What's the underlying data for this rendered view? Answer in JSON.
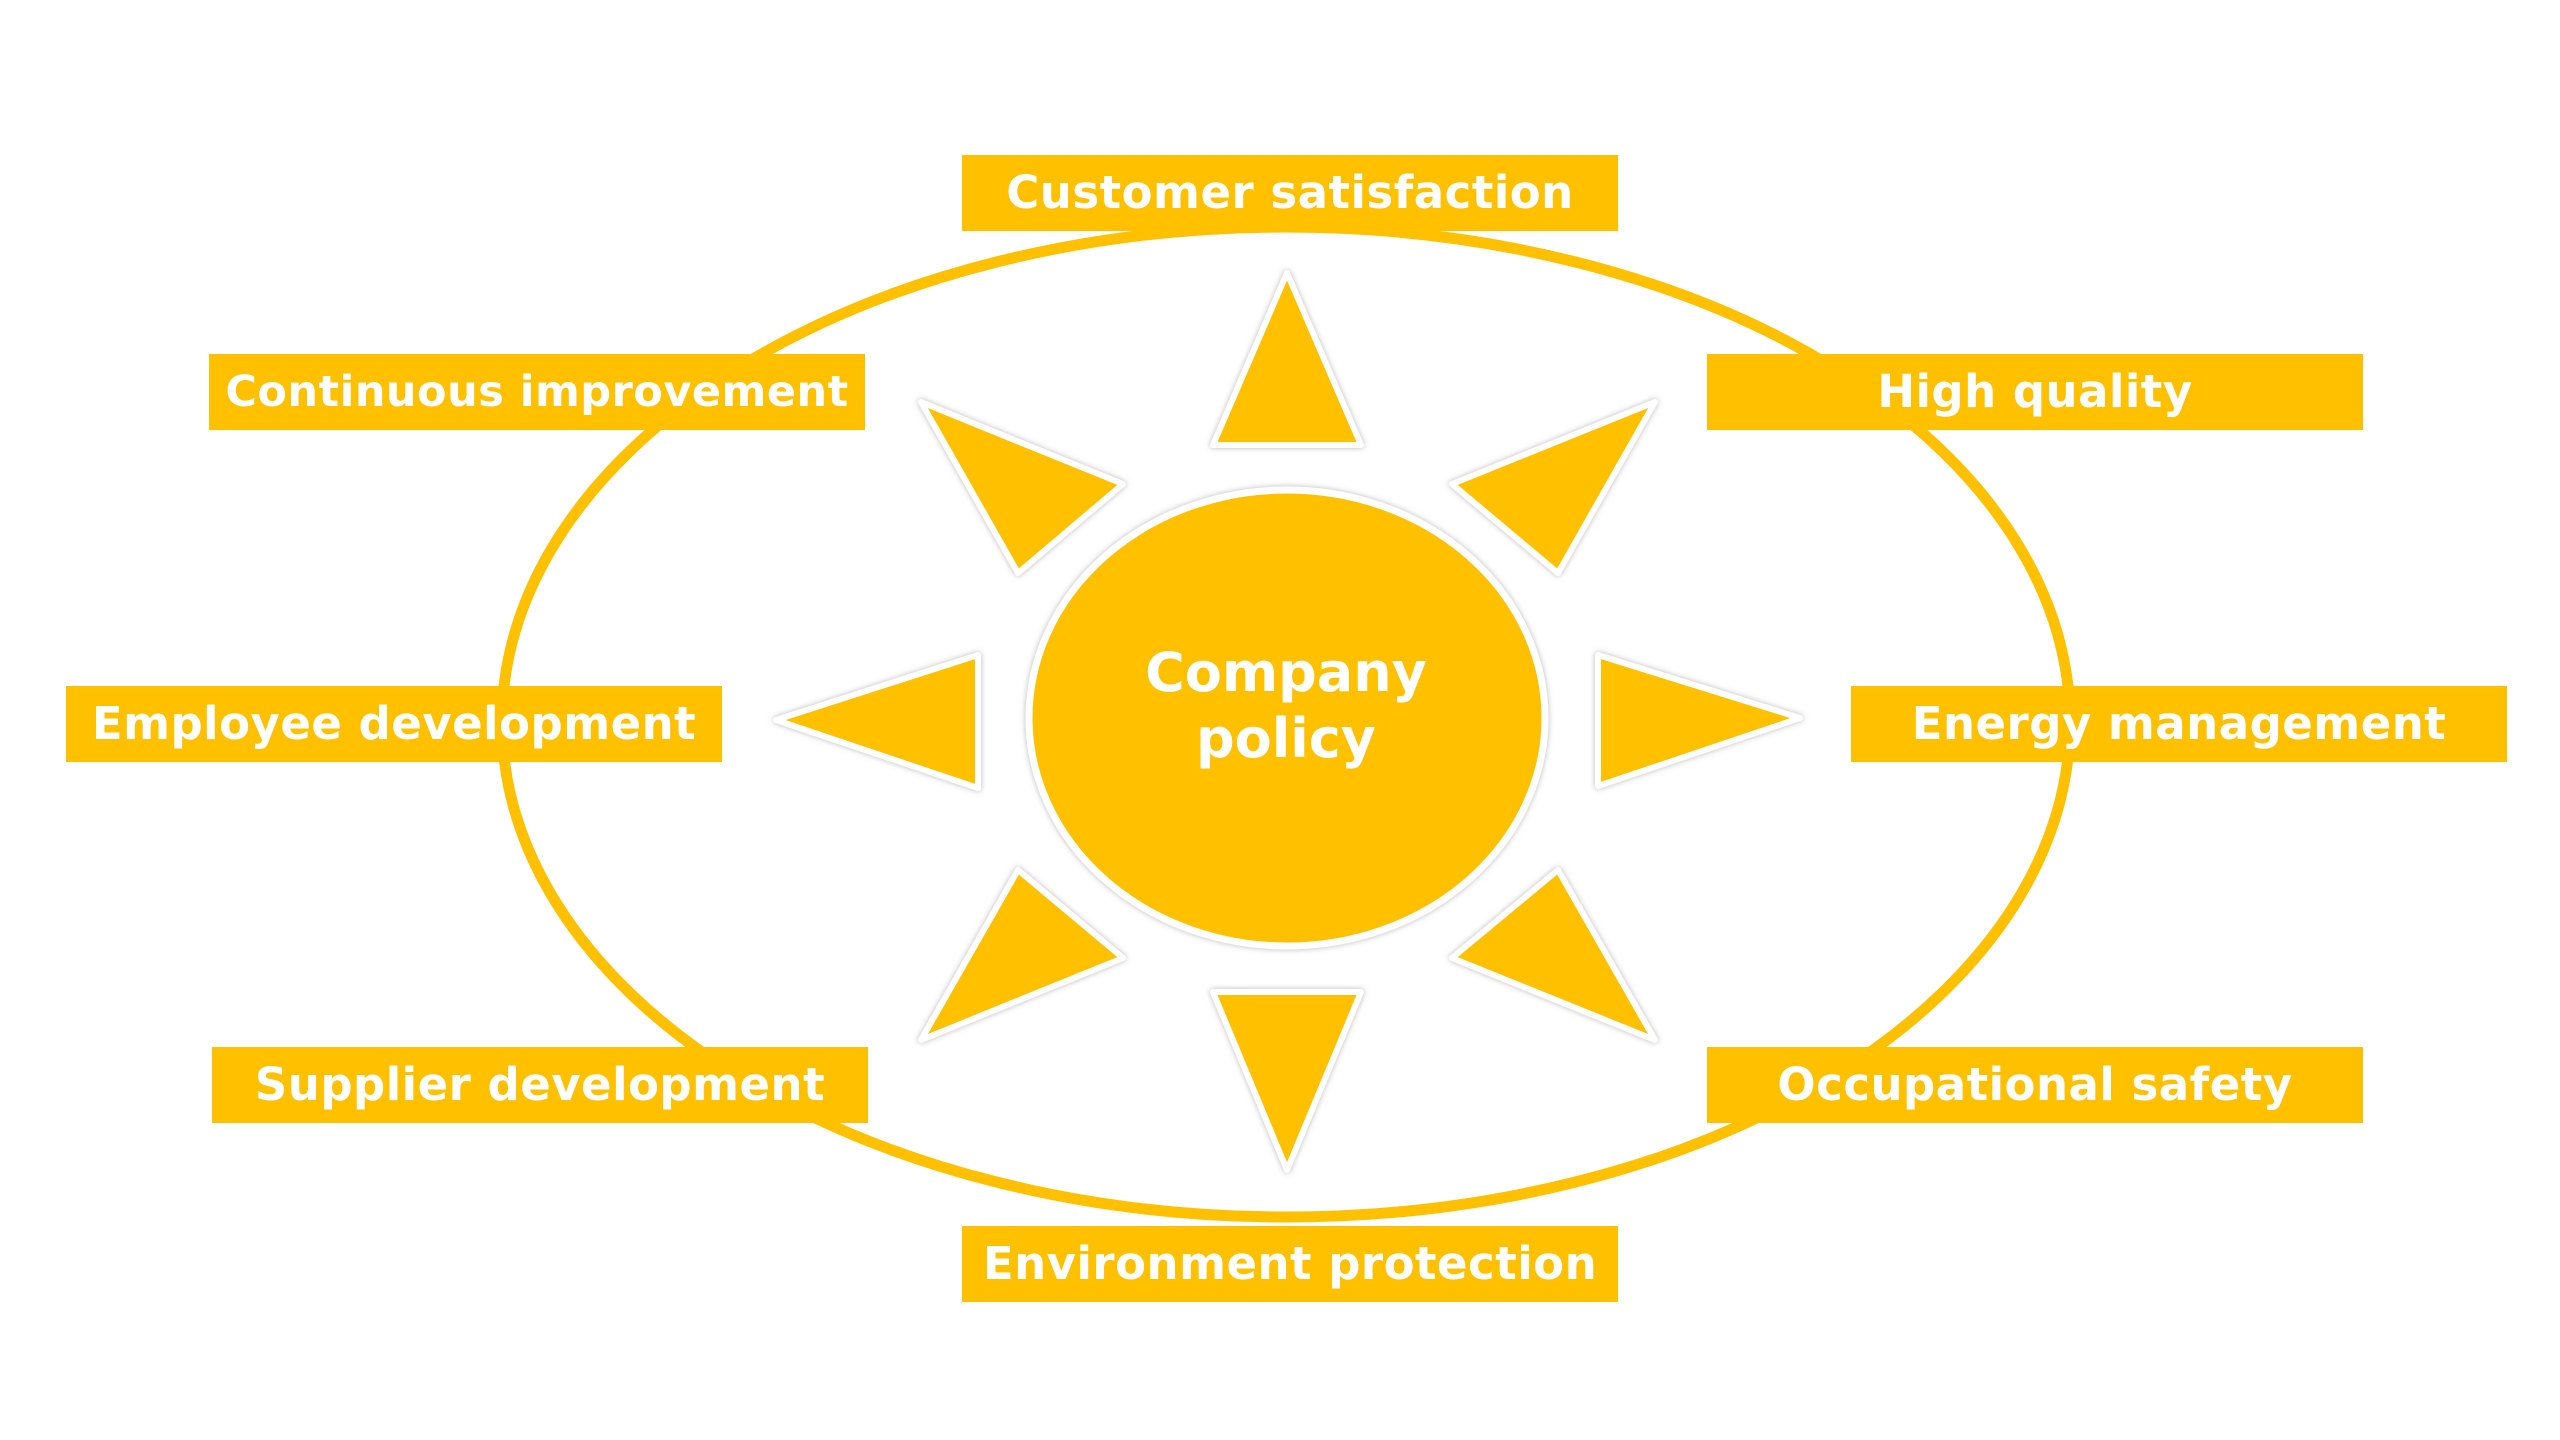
{
  "colors": {
    "primary": "#FFC000",
    "text": "#FFFFFF",
    "background": "#FFFFFF"
  },
  "center": {
    "line1": "Company",
    "line2": "policy"
  },
  "labels": {
    "top": "Customer satisfaction",
    "top_left": "Continuous improvement",
    "top_right": "High quality",
    "left": "Employee development",
    "right": "Energy management",
    "bottom_left": "Supplier development",
    "bottom_right": "Occupational safety",
    "bottom": "Environment protection"
  }
}
